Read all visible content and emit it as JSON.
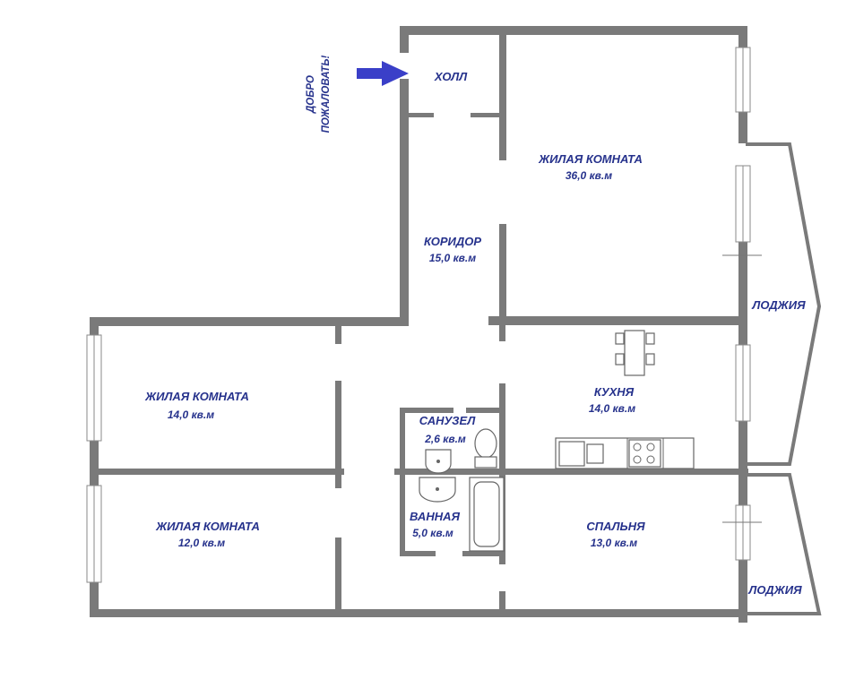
{
  "entrance": {
    "welcome_line1": "ДОБРО",
    "welcome_line2": "ПОЖАЛОВАТЬ!"
  },
  "rooms": {
    "hall": {
      "label": "ХОЛЛ"
    },
    "living_large": {
      "label": "ЖИЛАЯ КОМНАТА",
      "area": "36,0 кв.м"
    },
    "corridor": {
      "label": "КОРИДОР",
      "area": "15,0 кв.м"
    },
    "loggia_upper": {
      "label": "ЛОДЖИЯ"
    },
    "living_14": {
      "label": "ЖИЛАЯ КОМНАТА",
      "area": "14,0 кв.м"
    },
    "kitchen": {
      "label": "КУХНЯ",
      "area": "14,0 кв.м"
    },
    "wc": {
      "label": "САНУЗЕЛ",
      "area": "2,6 кв.м"
    },
    "bathroom": {
      "label": "ВАННАЯ",
      "area": "5,0 кв.м"
    },
    "living_12": {
      "label": "ЖИЛАЯ КОМНАТА",
      "area": "12,0 кв.м"
    },
    "bedroom": {
      "label": "СПАЛЬНЯ",
      "area": "13,0 кв.м"
    },
    "loggia_lower": {
      "label": "ЛОДЖИЯ"
    }
  },
  "colors": {
    "wall": "#7a7a7a",
    "label": "#26328c",
    "arrow": "#3a3fc8"
  },
  "icons": [
    "entrance-arrow-icon",
    "table-chairs-icon",
    "stove-icon",
    "sink-icon",
    "toilet-icon",
    "bathtub-icon"
  ]
}
